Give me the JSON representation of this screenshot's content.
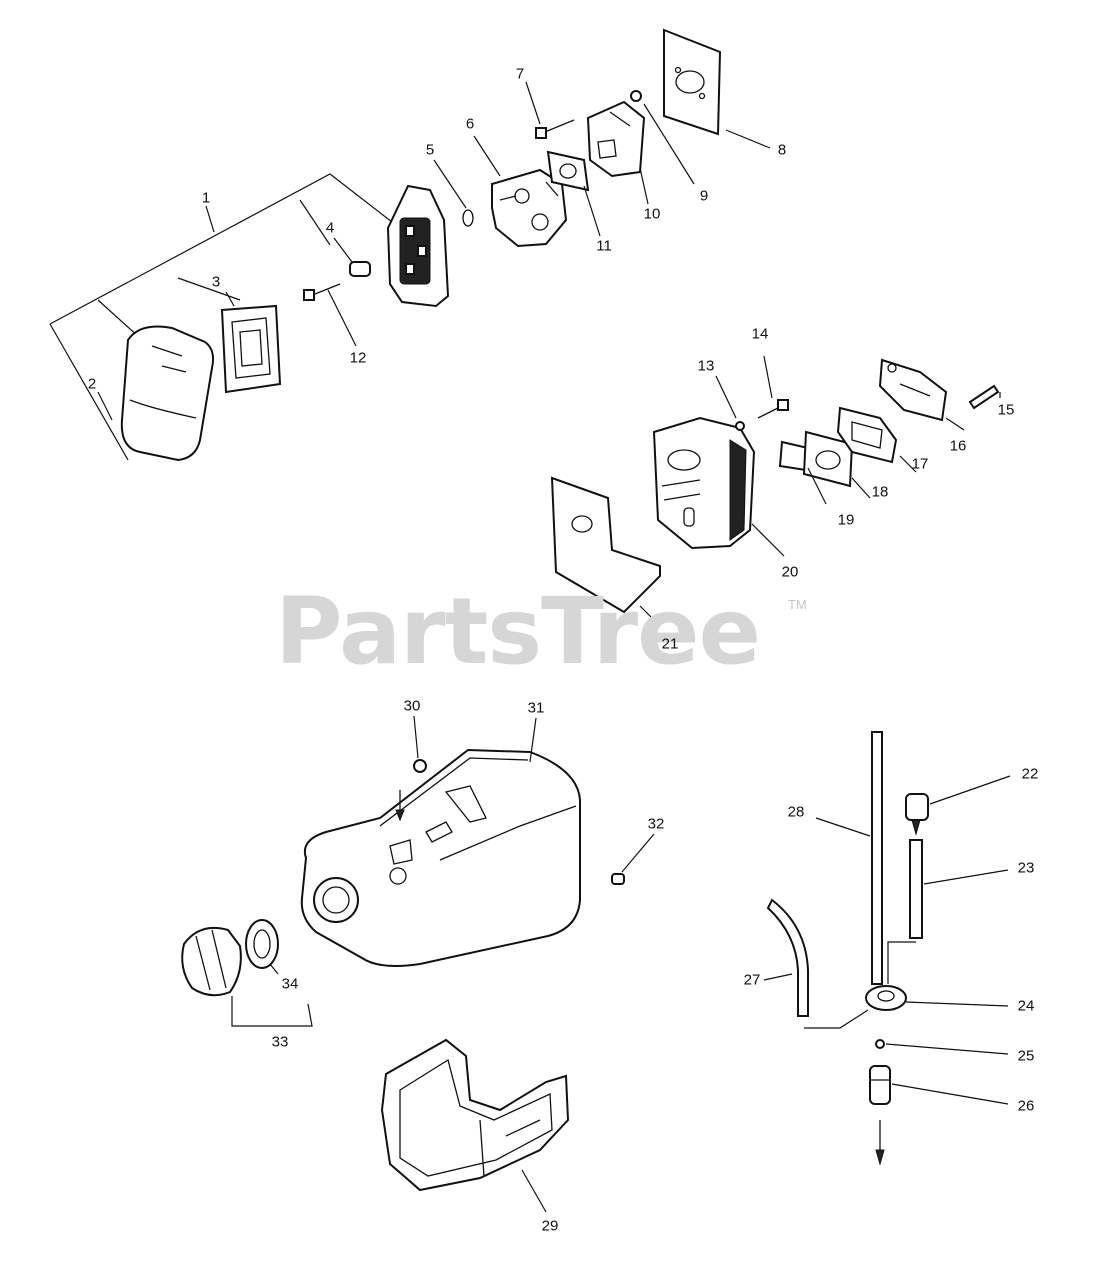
{
  "watermark": {
    "text": "PartsTree",
    "trademark": "TM"
  },
  "callouts": [
    "1",
    "2",
    "3",
    "4",
    "5",
    "6",
    "7",
    "8",
    "9",
    "10",
    "11",
    "12",
    "13",
    "14",
    "15",
    "16",
    "17",
    "18",
    "19",
    "20",
    "21",
    "22",
    "23",
    "24",
    "25",
    "26",
    "27",
    "28",
    "29",
    "30",
    "31",
    "32",
    "33",
    "34"
  ]
}
